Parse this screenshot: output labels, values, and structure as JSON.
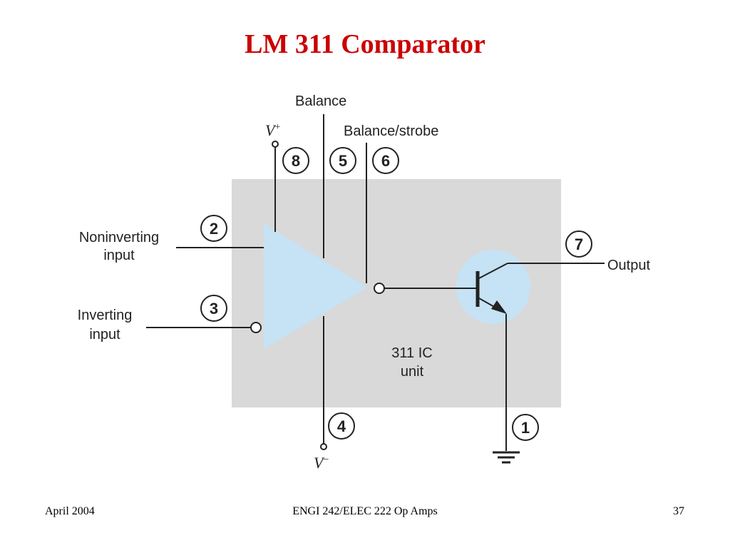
{
  "slide": {
    "title": "LM 311 Comparator",
    "footer": {
      "date": "April  2004",
      "course": "ENGI 242/ELEC 222  Op Amps",
      "page_number": "37"
    }
  },
  "diagram": {
    "labels": {
      "balance": "Balance",
      "balance_strobe": "Balance/strobe",
      "v_plus": "V",
      "v_plus_sup": "+",
      "v_minus": "V",
      "v_minus_sup": "−",
      "noninverting_line1": "Noninverting",
      "noninverting_line2": "input",
      "inverting_line1": "Inverting",
      "inverting_line2": "input",
      "output": "Output",
      "ic_line1": "311 IC",
      "ic_line2": "unit"
    },
    "pins": {
      "v_plus": "8",
      "balance": "5",
      "balance_strobe": "6",
      "noninverting": "2",
      "inverting": "3",
      "output": "7",
      "v_minus": "4",
      "ground": "1"
    },
    "colors": {
      "ic_body": "#d9d9d9",
      "op_amp": "#c6e2f5",
      "transistor": "#c6e2f5",
      "title": "#cc0000"
    }
  }
}
